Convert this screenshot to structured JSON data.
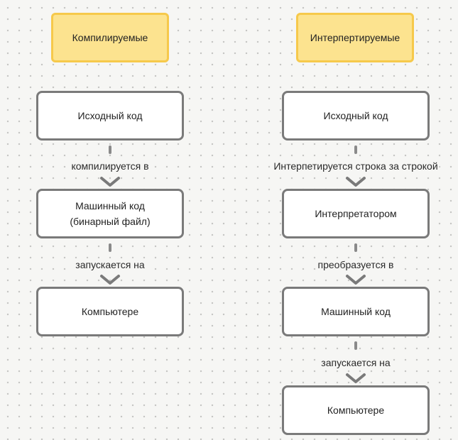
{
  "left": {
    "header": "Компилируемые",
    "nodes": [
      "Исходный код",
      "Машинный код",
      "(бинарный файл)",
      "Компьютере"
    ],
    "edges": [
      "компилируется в",
      "запускается на"
    ]
  },
  "right": {
    "header": "Интерпертируемые",
    "nodes": [
      "Исходный код",
      "Интерпретатором",
      "Машинный код",
      "Компьютере"
    ],
    "edges": [
      "Интерпетируется строка за строкой",
      "преобразуется в",
      "запускается на"
    ]
  },
  "colors": {
    "canvas": "#f6f6f4",
    "header_fill": "#fce38f",
    "header_border": "#f6c94b",
    "node_border": "#7a7a7a",
    "arrow": "#7a7a7a"
  }
}
